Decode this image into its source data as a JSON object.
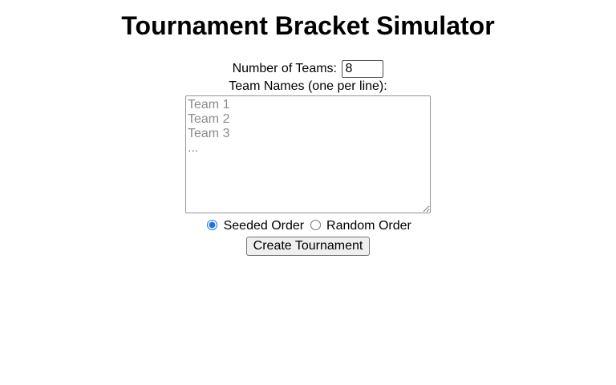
{
  "title": "Tournament Bracket Simulator",
  "form": {
    "num_teams": {
      "label": "Number of Teams:",
      "value": "8"
    },
    "team_names": {
      "label": "Team Names (one per line):",
      "placeholder": "Team 1\nTeam 2\nTeam 3\n..."
    },
    "order_options": [
      {
        "label": "Seeded Order",
        "selected": true
      },
      {
        "label": "Random Order",
        "selected": false
      }
    ],
    "submit_label": "Create Tournament"
  },
  "colors": {
    "page_bg": "#ffffff",
    "text": "#000000",
    "radio_accent": "#1a73e8",
    "placeholder_text": "#8b8b8b",
    "button_bg": "#efefef",
    "button_border": "#767676",
    "input_border": "#4d4d4d",
    "textarea_border": "#949494"
  }
}
